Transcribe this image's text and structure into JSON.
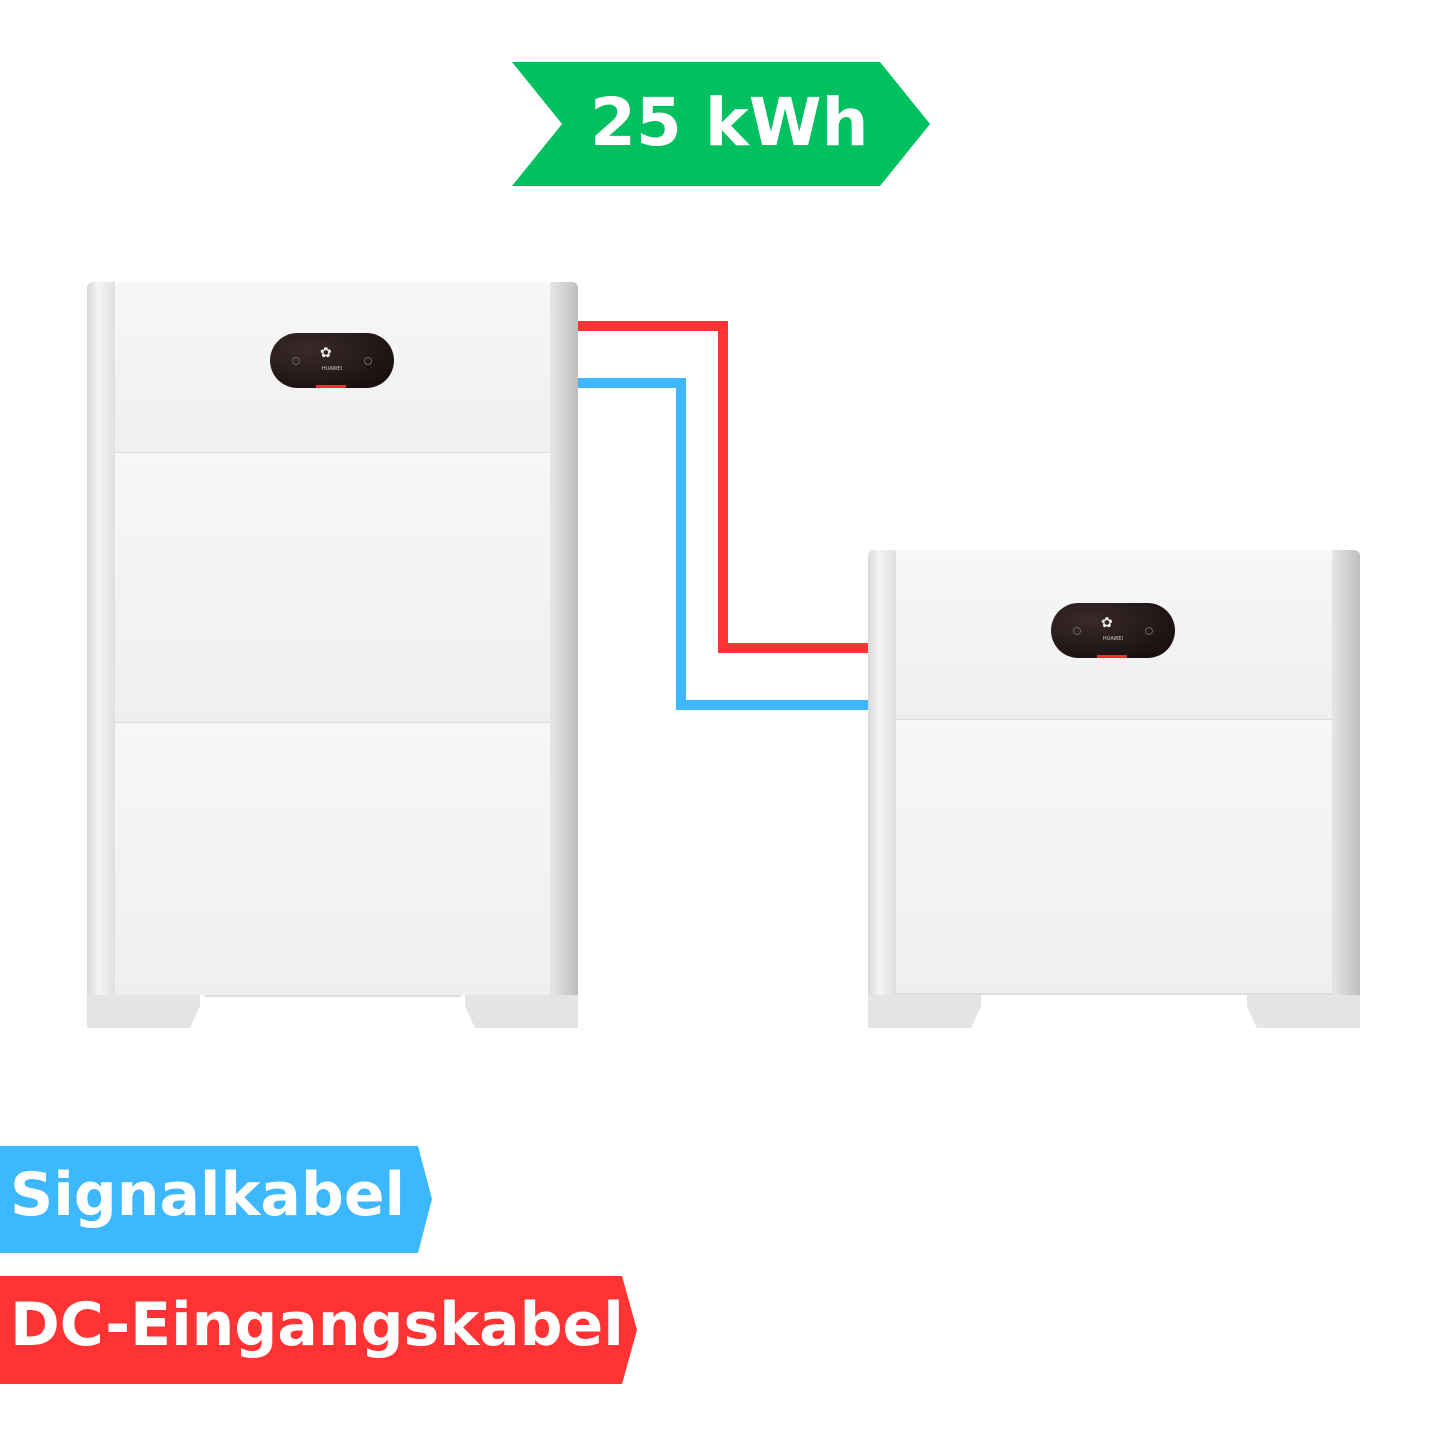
{
  "capacity_badge": {
    "label": "25 kWh",
    "color": "#00c060"
  },
  "legend": [
    {
      "label": "Signalkabel",
      "color": "#3db8ff"
    },
    {
      "label": "DC-Eingangskabel",
      "color": "#ff3333"
    }
  ],
  "batteries": [
    {
      "brand": "HUAWEI",
      "modules": 2
    },
    {
      "brand": "HUAWEI",
      "modules": 1
    }
  ],
  "icons": {
    "logo": "huawei-logo"
  }
}
